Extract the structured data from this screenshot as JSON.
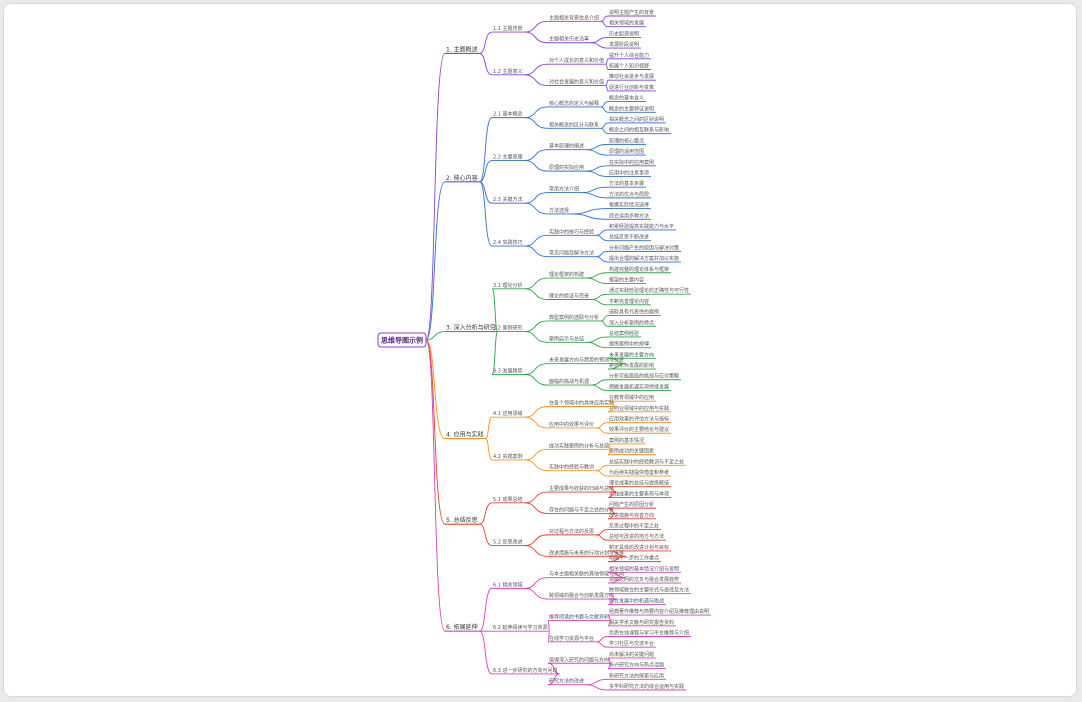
{
  "root": "思维导图示例",
  "colors": {
    "purple": "#8b3fd9",
    "blue": "#2f6fde",
    "green": "#2aa84a",
    "orange": "#f0961c",
    "red": "#e0442c",
    "magenta": "#d640b8"
  },
  "branches": [
    {
      "label": "1. 主题概述",
      "color": "#8b3fd9",
      "children": [
        {
          "label": "1.1 主题背景",
          "children": [
            {
              "label": "主题相关背景信息介绍",
              "children": [
                "说明主题产生的背景",
                "相关领域的发展"
              ]
            },
            {
              "label": "主题相关历史沿革",
              "children": [
                "历史起源说明",
                "发展阶段说明"
              ]
            }
          ]
        },
        {
          "label": "1.2 主题意义",
          "children": [
            {
              "label": "对个人成长的意义和价值",
              "children": [
                "提升个人综合能力",
                "拓展个人知识视野"
              ]
            },
            {
              "label": "对社会发展的意义和价值",
              "children": [
                "推动社会进步与发展",
                "促进行业创新与变革"
              ]
            }
          ]
        }
      ]
    },
    {
      "label": "2. 核心内容",
      "color": "#2f6fde",
      "children": [
        {
          "label": "2.1 基本概念",
          "children": [
            {
              "label": "核心概念的定义与解释",
              "children": [
                "概念的基本含义",
                "概念的主要特征说明"
              ]
            },
            {
              "label": "相关概念的区分与联系",
              "children": [
                "相关概念之间的区别说明",
                "概念之间的相互联系与影响"
              ]
            }
          ]
        },
        {
          "label": "2.2 主要原理",
          "children": [
            {
              "label": "基本原理的阐述",
              "children": [
                "原理的核心要点",
                "原理的适用范围"
              ]
            },
            {
              "label": "原理的实际应用",
              "children": [
                "在实际中的应用案例",
                "应用中的注意事项"
              ]
            }
          ]
        },
        {
          "label": "2.3 关键方法",
          "children": [
            {
              "label": "常用方法介绍",
              "children": [
                "方法的基本步骤",
                "方法的优点与局限"
              ]
            },
            {
              "label": "方法选择",
              "children": [
                "根据实际情况选择",
                "综合运用多种方法"
              ]
            }
          ]
        },
        {
          "label": "2.4 实践技巧",
          "children": [
            {
              "label": "实践中的技巧与经验",
              "children": [
                "积累经验提高实践能力与水平",
                "总结反思不断改进"
              ]
            },
            {
              "label": "常见问题及解决方法",
              "children": [
                "分析问题产生的原因与解决对策",
                "提出合理的解决方案并加以实施"
              ]
            }
          ]
        }
      ]
    },
    {
      "label": "3. 深入分析与研究",
      "color": "#2aa84a",
      "children": [
        {
          "label": "3.1 理论分析",
          "children": [
            {
              "label": "理论框架的构建",
              "children": [
                "构建完整的理论体系与框架",
                "框架的主要内容"
              ]
            },
            {
              "label": "理论的验证与完善",
              "children": [
                "通过实践检验理论的正确性与可行性",
                "不断完善理论内容"
              ]
            }
          ]
        },
        {
          "label": "3.2 案例研究",
          "children": [
            {
              "label": "典型案例的选取与分析",
              "children": [
                "选取具有代表性的案例",
                "深入分析案例的特点"
              ]
            },
            {
              "label": "案例启示与总结",
              "children": [
                "总结案例经验",
                "提炼案例中的规律"
              ]
            }
          ]
        },
        {
          "label": "3.3 发展趋势",
          "children": [
            {
              "label": "未来发展方向与趋势的预测与分析",
              "children": [
                "未来发展的主要方向",
                "新技术对发展的影响"
              ]
            },
            {
              "label": "面临的挑战与机遇",
              "children": [
                "分析可能面临的挑战与应对策略",
                "把握发展机遇实现持续发展"
              ]
            }
          ]
        }
      ]
    },
    {
      "label": "4. 应用与实践",
      "color": "#f0961c",
      "children": [
        {
          "label": "4.1 应用领域",
          "children": [
            {
              "label": "在各个领域中的具体应用实践",
              "children": [
                "在教育领域中的应用",
                "在商业领域中的应用与实践"
              ]
            },
            {
              "label": "应用中的效果与评价",
              "children": [
                "应用效果的评估方法与指标",
                "效果评价的主要结论与建议"
              ]
            }
          ]
        },
        {
          "label": "4.2 实践案例",
          "children": [
            {
              "label": "成功实践案例的分析与总结",
              "children": [
                "案例的基本情况",
                "案例成功的关键因素"
              ]
            },
            {
              "label": "实践中的经验与教训",
              "children": [
                "总结实践中的经验教训与不足之处",
                "为后续实践提供借鉴和参考"
              ]
            }
          ]
        }
      ]
    },
    {
      "label": "5. 总结反思",
      "color": "#e0442c",
      "children": [
        {
          "label": "5.1 成果总结",
          "children": [
            {
              "label": "主要成果与收获的归纳与总结",
              "children": [
                "理论成果的总结与提炼概括",
                "实践成果的主要表现与体现"
              ]
            },
            {
              "label": "存在的问题与不足之处的分析",
              "children": [
                "问题产生的原因分析",
                "改进措施与完善方向"
              ]
            }
          ]
        },
        {
          "label": "5.2 反思改进",
          "children": [
            {
              "label": "对过程与方法的反思",
              "children": [
                "反思过程中的不足之处",
                "总结可改进的地方与方法"
              ]
            },
            {
              "label": "改进措施与未来的行动计划与安排",
              "children": [
                "制定具体的改进计划与目标",
                "明确下一步的工作重点"
              ]
            }
          ]
        }
      ]
    },
    {
      "label": "6. 拓展延伸",
      "color": "#d640b8",
      "children": [
        {
          "label": "6.1 相关领域",
          "children": [
            {
              "label": "与本主题相关联的其他领域与方向",
              "children": [
                "相关领域的基本情况介绍与说明",
                "领域之间的交叉与融合发展趋势"
              ]
            },
            {
              "label": "跨领域的融合与创新发展方向",
              "children": [
                "跨领域融合的主要形式与途径及方法",
                "融合发展中的机遇与挑战"
              ]
            }
          ]
        },
        {
          "label": "6.2 延伸阅读与学习资源",
          "children": [
            {
              "label": "推荐阅读的书籍与文献资料",
              "children": [
                "经典著作推荐与简要内容介绍及推荐理由说明",
                "相关学术文献与研究报告资料"
              ]
            },
            {
              "label": "在线学习资源与平台",
              "children": [
                "优质在线课程与学习平台推荐与介绍",
                "学习社区与交流平台"
              ]
            }
          ]
        },
        {
          "label": "6.3 进一步研究的方向与问题",
          "children": [
            {
              "label": "值得深入研究的问题与方向",
              "children": [
                "尚未解决的关键问题",
                "新兴研究方向与热点话题"
              ]
            },
            {
              "label": "研究方法的改进",
              "children": [
                "新研究方法的探索与应用",
                "多学科研究方法的综合运用与实践"
              ]
            }
          ]
        }
      ]
    }
  ]
}
